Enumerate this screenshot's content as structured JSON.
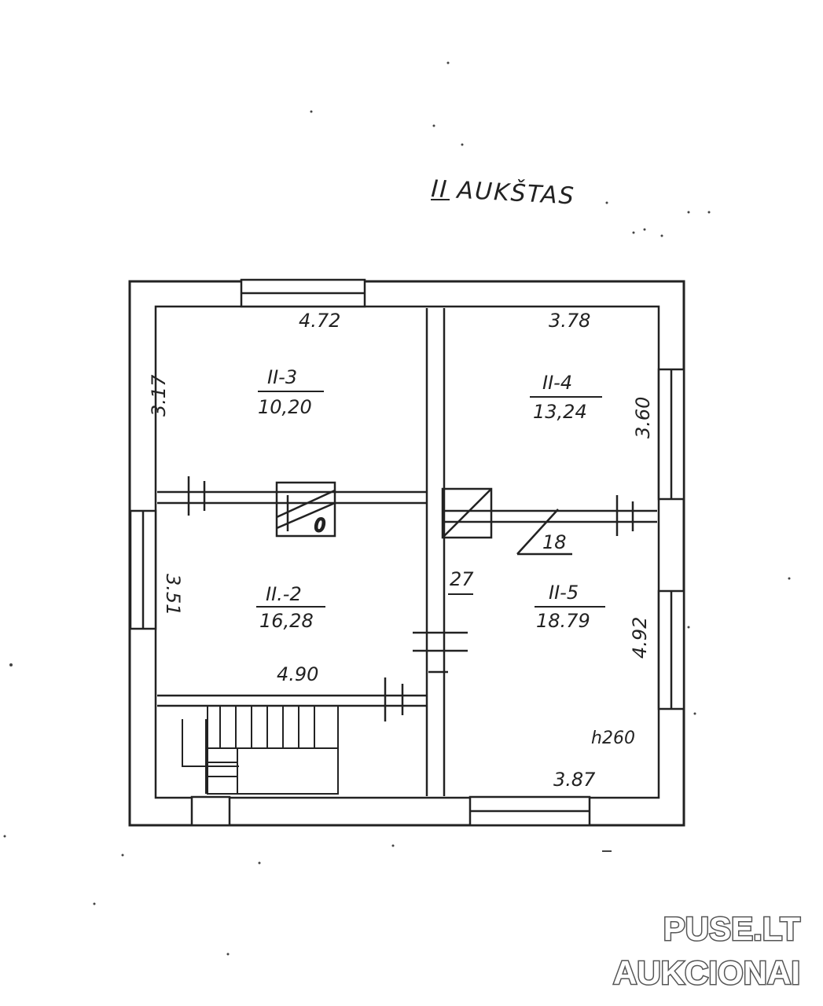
{
  "title": "II AUKŠTAS",
  "rooms": [
    {
      "id": "II-3",
      "area": "10,20",
      "width": "4.72",
      "height": "3.17"
    },
    {
      "id": "II-4",
      "area": "13,24",
      "width": "3.78",
      "height": "3.60"
    },
    {
      "id": "II.-2",
      "area": "16,28",
      "width": "4.90",
      "height": "3.51"
    },
    {
      "id": "II-5",
      "area": "18.79",
      "width": "3.87",
      "height": "4.92"
    }
  ],
  "extra_labels": {
    "corridor": "27",
    "stair_small": "18",
    "ceiling_height": "h260",
    "stove": "0"
  },
  "watermark": {
    "line1": "PUSE.LT",
    "line2": "AUKCIONAI"
  },
  "colors": {
    "ink": "#222222",
    "paper": "#ffffff"
  }
}
